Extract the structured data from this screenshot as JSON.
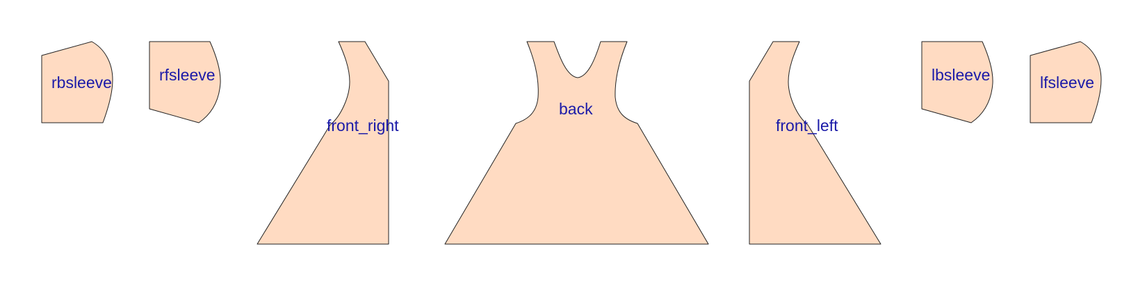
{
  "colors": {
    "fabric_fill": "#ffdbc2",
    "outline": "#222222",
    "label": "#1a1aa8"
  },
  "pieces": [
    {
      "id": "rbsleeve",
      "label": "rbsleeve"
    },
    {
      "id": "rfsleeve",
      "label": "rfsleeve"
    },
    {
      "id": "front_right",
      "label": "front_right"
    },
    {
      "id": "back",
      "label": "back"
    },
    {
      "id": "front_left",
      "label": "front_left"
    },
    {
      "id": "lbsleeve",
      "label": "lbsleeve"
    },
    {
      "id": "lfsleeve",
      "label": "lfsleeve"
    }
  ]
}
